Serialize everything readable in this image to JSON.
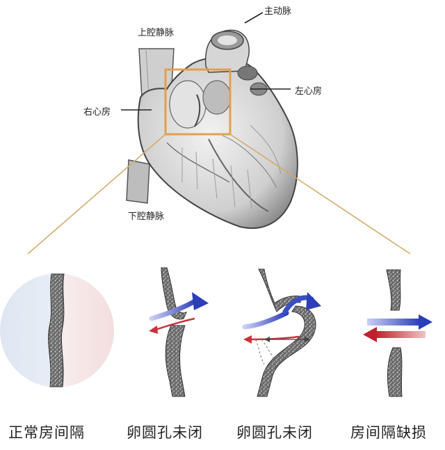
{
  "heart_labels": {
    "aorta": "主动脉",
    "superior_vena_cava": "上腔静脉",
    "right_atrium": "右心房",
    "left_atrium": "左心房",
    "inferior_vena_cava": "下腔静脉"
  },
  "captions": [
    "正常房间隔",
    "卵圆孔未闭",
    "卵圆孔未闭",
    "房间隔缺损"
  ],
  "colors": {
    "highlight": "#e0a050",
    "flow_blue": "#3a4fc4",
    "flow_red": "#c8323c",
    "septum": "#5a5a5a"
  }
}
